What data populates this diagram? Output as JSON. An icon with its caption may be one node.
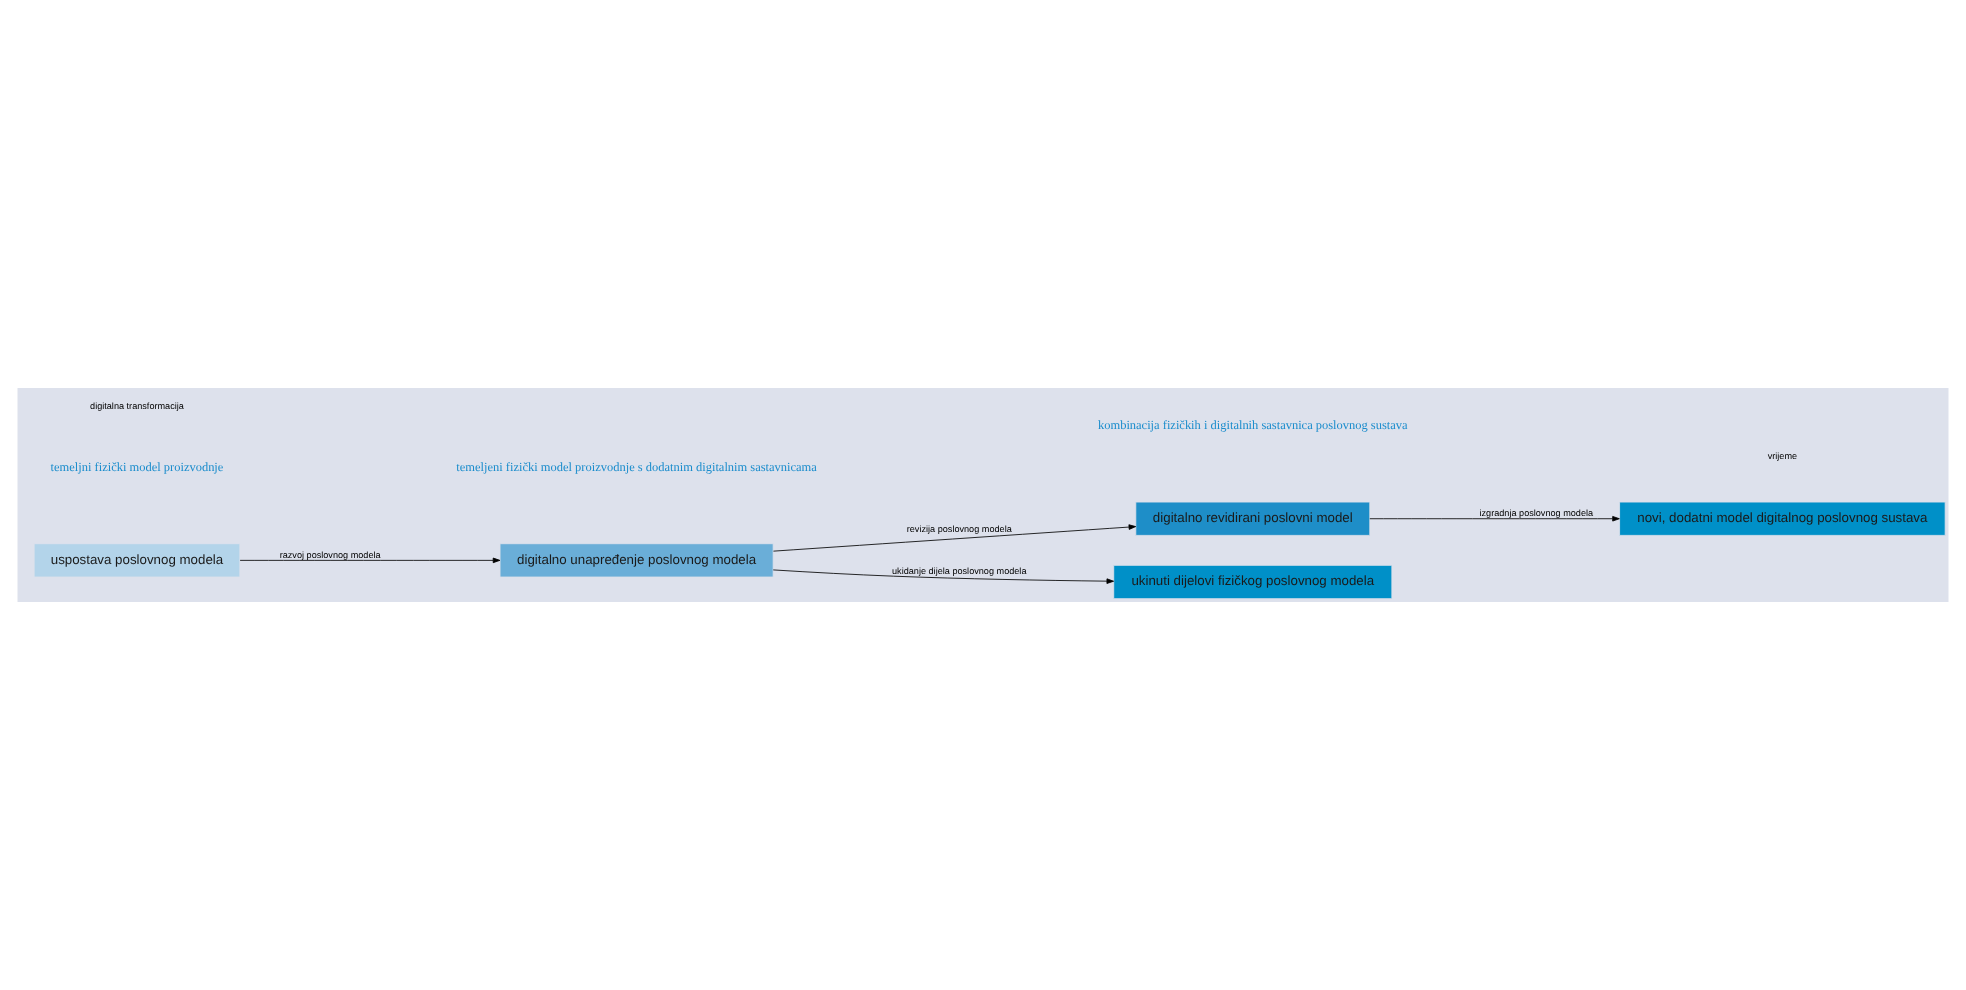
{
  "diagram": {
    "nodes": [
      {
        "text": [
          "uspostava poslovnog modela"
        ]
      },
      {
        "text": [
          "digitalno unapređenje poslovnog modela"
        ]
      },
      {
        "text": [
          "digitalno revidirani poslovni model"
        ]
      },
      {
        "text": [
          "novi, dodatni model digitalnog poslovnog sustava"
        ]
      },
      {
        "text": [
          "ukinuti dijelovi fizičkog poslovnog modela"
        ]
      }
    ],
    "edges": [
      {
        "from": 0,
        "to": 1,
        "arrow": "to",
        "label": "razvoj poslovnog modela"
      },
      {
        "from": 1,
        "to": 2,
        "arrow": "to",
        "label": "revizija poslovnog modela"
      },
      {
        "from": 2,
        "to": 3,
        "arrow": "to",
        "label": "izgradnja poslovnog modela"
      },
      {
        "from": 1,
        "to": 4,
        "arrow": "to",
        "label": "ukidanje dijela poslovnog modela"
      }
    ],
    "labels": [
      "temeljni fizički model proizvodnje",
      "temeljeni fizički model proizvodnje s dodatnim digitalnim sastavnicama",
      "kombinacija fizičkih i digitalnih sastavnica poslovnog sustava",
      "digitalna transformacija",
      "vrijeme"
    ]
  }
}
